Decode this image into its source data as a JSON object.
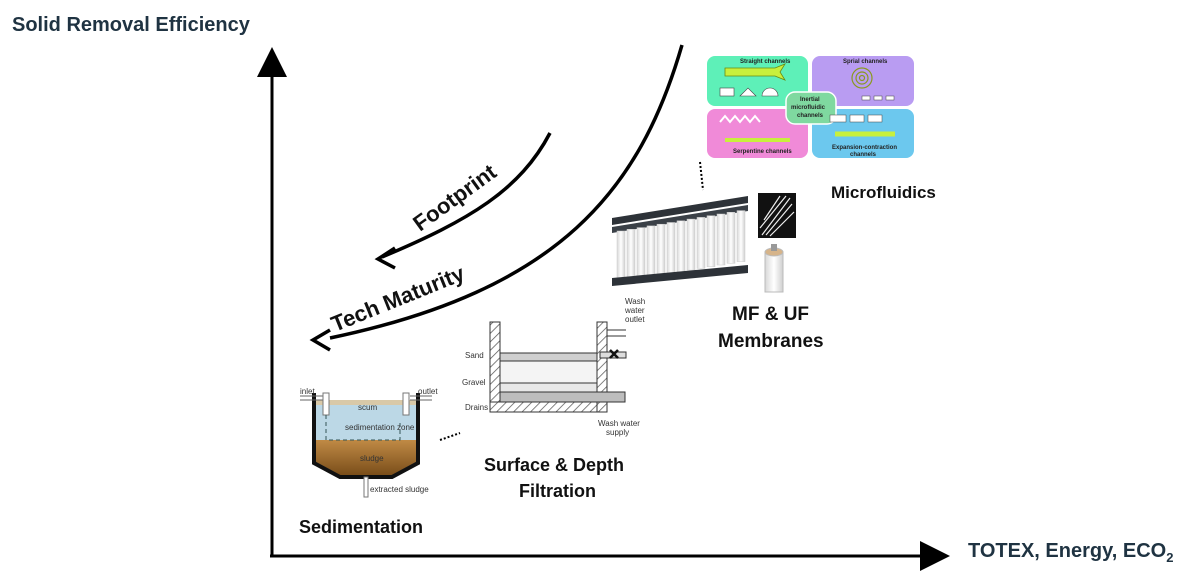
{
  "axes": {
    "y_title": "Solid Removal Efficiency",
    "x_title_main": "TOTEX, Energy, ECO",
    "x_title_sub": "2"
  },
  "trend_arrows": [
    {
      "label": "Footprint",
      "direction": "decreasing toward lower-left"
    },
    {
      "label": "Tech Maturity",
      "direction": "increasing toward lower-left"
    }
  ],
  "technologies": [
    {
      "name": "Sedimentation",
      "order": 1
    },
    {
      "name_line1": "Surface & Depth",
      "name_line2": "Filtration",
      "order": 2
    },
    {
      "name_line1": "MF & UF",
      "name_line2": "Membranes",
      "order": 3
    },
    {
      "name": "Microfluidics",
      "order": 4
    }
  ],
  "filtration_diagram": {
    "labels": [
      "Sand",
      "Gravel",
      "Drains"
    ],
    "outlet": [
      "Wash",
      "water",
      "outlet"
    ],
    "supply": [
      "Wash water",
      "supply"
    ]
  },
  "sedimentation_diagram": {
    "inlet": "inlet",
    "outlet": "outlet",
    "scum": "scum",
    "zone": "sedimentation zone",
    "sludge": "sludge",
    "extracted": "extracted sludge"
  },
  "microfluidics_diagram": {
    "center": [
      "Inertial",
      "microfluidic",
      "channels"
    ],
    "panels": [
      {
        "name": "Straight channels",
        "color": "#5ef0b8"
      },
      {
        "name": "Sprial channels",
        "color": "#b99cf2"
      },
      {
        "name": "Serpentine channels",
        "color": "#f08ad8"
      },
      {
        "name_line1": "Expansion-contraction",
        "name_line2": "channels",
        "color": "#6cc8ee"
      }
    ],
    "center_color": "#7fd9a0"
  },
  "colors": {
    "axis_title": "#1f3342",
    "line": "#000000",
    "sludge": "#9a6a2a",
    "water": "#bcd8e6"
  }
}
